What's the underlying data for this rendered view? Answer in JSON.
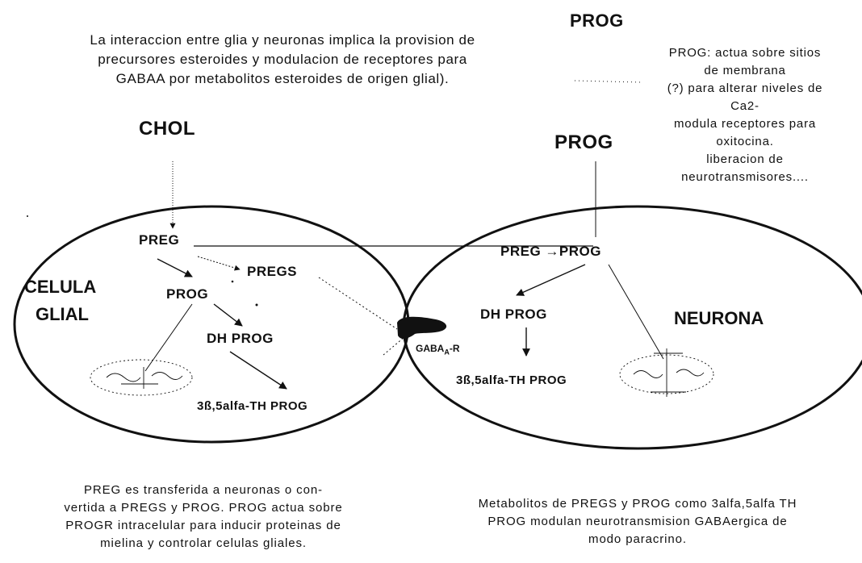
{
  "top_prog": "PROG",
  "intro_lines": [
    "La interaccion entre glia y neuronas implica la provision de",
    "precursores esteroides y modulacion de receptores para",
    "GABAA por metabolitos esteroides de origen glial)."
  ],
  "prog_note_lines": [
    "PROG: actua sobre sitios",
    "de membrana",
    "(?) para alterar niveles de",
    "Ca2-",
    "modula receptores para",
    "oxitocina.",
    "liberacion de",
    "neurotransmisores...."
  ],
  "chol": "CHOL",
  "prog_neuron_input": "PROG",
  "glial_label_lines": [
    "CELULA",
    "GLIAL"
  ],
  "neuron_label": "NEURONA",
  "glial_nodes": {
    "preg": "PREG",
    "pregs": "PREGS",
    "prog": "PROG",
    "dh_prog": "DH PROG",
    "th_prog": "3ß,5alfa-TH PROG"
  },
  "neuron_nodes": {
    "preg_prog": "PREG →PROG",
    "dh_prog": "DH PROG",
    "th_prog": "3ß,5alfa-TH PROG"
  },
  "receptor": {
    "base": "GABA",
    "sub": "A",
    "suffix": "-R"
  },
  "footer_left_lines": [
    "PREG es transferida a neuronas o con-",
    "vertida a PREGS y PROG. PROG actua sobre",
    "PROGR intracelular para inducir proteinas de",
    "mielina y controlar celulas gliales."
  ],
  "footer_right_lines": [
    "Metabolitos de PREGS y PROG como 3alfa,5alfa TH",
    "PROG modulan neurotransmision GABAergica de",
    "modo paracrino."
  ]
}
